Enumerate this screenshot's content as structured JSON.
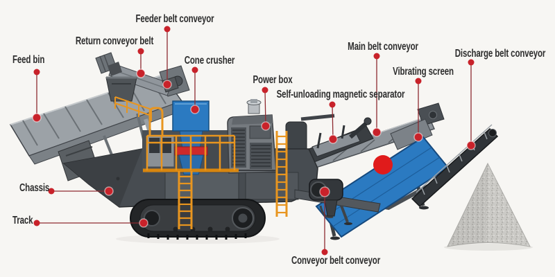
{
  "diagram": {
    "type": "labeled-parts-diagram"
  },
  "labels": [
    {
      "id": "feeder-belt-conveyor",
      "text": "Feeder belt conveyor"
    },
    {
      "id": "return-conveyor-belt",
      "text": "Return conveyor belt"
    },
    {
      "id": "feed-bin",
      "text": "Feed bin"
    },
    {
      "id": "cone-crusher",
      "text": "Cone crusher"
    },
    {
      "id": "power-box",
      "text": "Power box"
    },
    {
      "id": "self-unloading-magnetic-separator",
      "text": "Self-unloading magnetic separator"
    },
    {
      "id": "main-belt-conveyor",
      "text": "Main belt conveyor"
    },
    {
      "id": "vibrating-screen",
      "text": "Vibrating screen"
    },
    {
      "id": "discharge-belt-conveyor",
      "text": "Discharge belt conveyor"
    },
    {
      "id": "chassis",
      "text": "Chassis"
    },
    {
      "id": "track",
      "text": "Track"
    },
    {
      "id": "conveyor-belt-conveyor",
      "text": "Conveyor belt conveyor"
    }
  ],
  "colors": {
    "background": "#f7f6f3",
    "label_text": "#2d2d2d",
    "dot_red": "#c8222a",
    "leader_line": "#8e2a30",
    "machine_blue": "#2b7ac1",
    "machine_orange": "#e8951f",
    "machine_gray": "#9ca2a7",
    "chassis_dark": "#474c51",
    "screen_circle_red": "#e01b1b"
  }
}
